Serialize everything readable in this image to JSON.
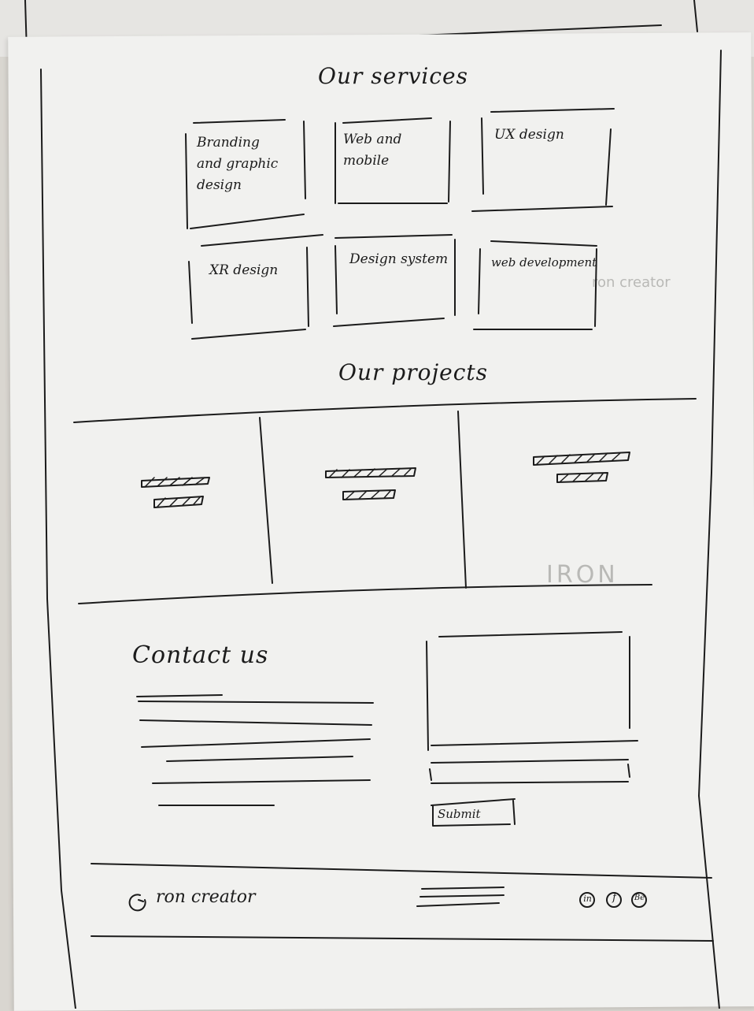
{
  "services": {
    "title": "Our services",
    "cards": [
      {
        "label": "Branding\nand graphic\ndesign"
      },
      {
        "label": "Web and\nmobile"
      },
      {
        "label": "UX design"
      },
      {
        "label": "XR design"
      },
      {
        "label": "Design system"
      },
      {
        "label": "web development"
      }
    ]
  },
  "projects": {
    "title": "Our projects",
    "columns": 3
  },
  "contact": {
    "title": "Contact us",
    "submit_label": "Submit"
  },
  "footer": {
    "logo_text": "ron creator",
    "social_icons": [
      "linkedin-icon",
      "facebook-icon",
      "behance-icon"
    ],
    "social_glyphs": [
      "in",
      "f",
      "Bē"
    ]
  },
  "colors": {
    "ink": "#1b1b1b",
    "paper": "#f1f1ef"
  }
}
